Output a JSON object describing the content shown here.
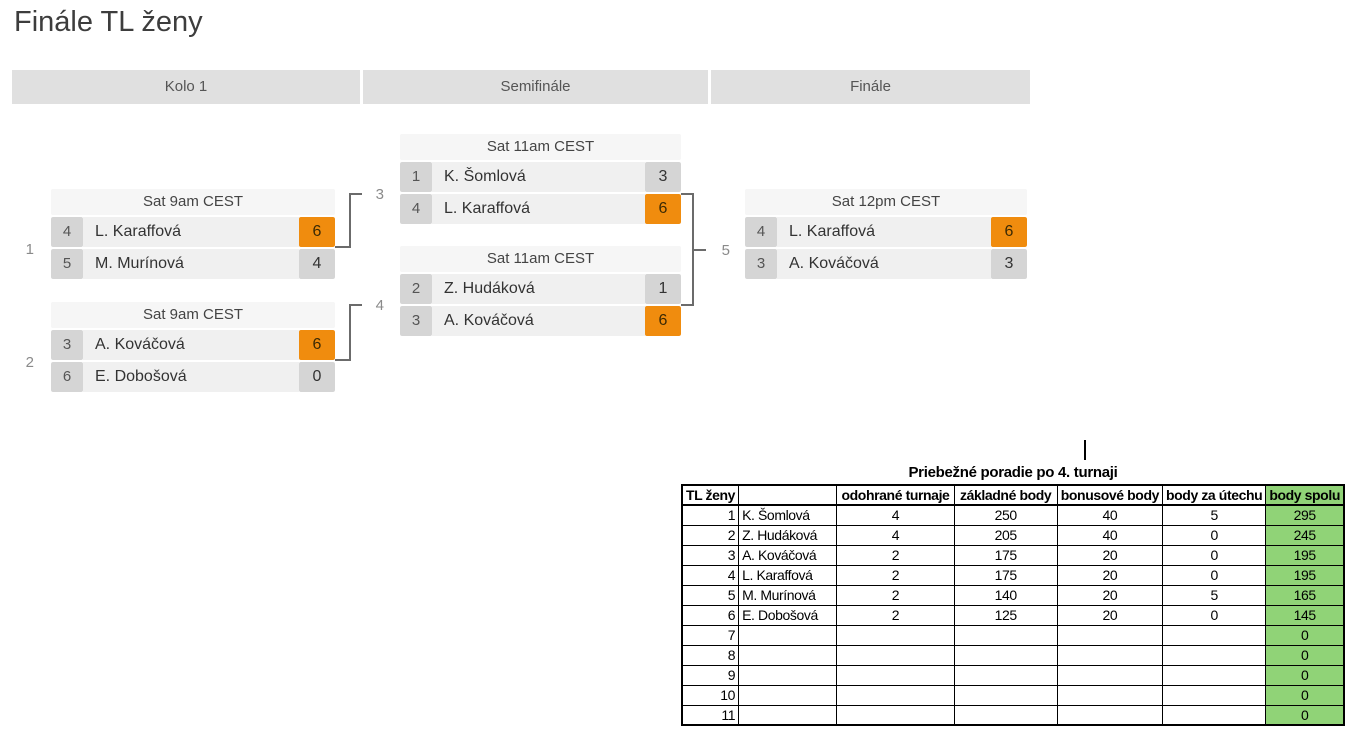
{
  "page": {
    "title": "Finále TL ženy"
  },
  "bracket": {
    "rounds": [
      {
        "label": "Kolo 1"
      },
      {
        "label": "Semifinále"
      },
      {
        "label": "Finále"
      }
    ],
    "colors": {
      "winner_highlight": "#f08c0e",
      "seed_score_cell": "#d5d5d5",
      "player_row": "#f0f0f0",
      "time_header": "#f6f6f6",
      "round_bar": "#e0e0e0",
      "connector": "#6b6b6b"
    },
    "matches": [
      {
        "id": "m1",
        "number": "1",
        "round": "Kolo 1",
        "time": "Sat 9am CEST",
        "players": [
          {
            "seed": "4",
            "name": "L. Karaffová",
            "score": "6",
            "winner": true
          },
          {
            "seed": "5",
            "name": "M. Murínová",
            "score": "4",
            "winner": false
          }
        ]
      },
      {
        "id": "m2",
        "number": "2",
        "round": "Kolo 1",
        "time": "Sat 9am CEST",
        "players": [
          {
            "seed": "3",
            "name": "A. Kováčová",
            "score": "6",
            "winner": true
          },
          {
            "seed": "6",
            "name": "E. Dobošová",
            "score": "0",
            "winner": false
          }
        ]
      },
      {
        "id": "m3",
        "number": "3",
        "round": "Semifinále",
        "time": "Sat 11am CEST",
        "players": [
          {
            "seed": "1",
            "name": "K. Šomlová",
            "score": "3",
            "winner": false
          },
          {
            "seed": "4",
            "name": "L. Karaffová",
            "score": "6",
            "winner": true
          }
        ]
      },
      {
        "id": "m4",
        "number": "4",
        "round": "Semifinále",
        "time": "Sat 11am CEST",
        "players": [
          {
            "seed": "2",
            "name": "Z. Hudáková",
            "score": "1",
            "winner": false
          },
          {
            "seed": "3",
            "name": "A. Kováčová",
            "score": "6",
            "winner": true
          }
        ]
      },
      {
        "id": "m5",
        "number": "5",
        "round": "Finále",
        "time": "Sat 12pm CEST",
        "players": [
          {
            "seed": "4",
            "name": "L. Karaffová",
            "score": "6",
            "winner": true
          },
          {
            "seed": "3",
            "name": "A. Kováčová",
            "score": "3",
            "winner": false
          }
        ]
      }
    ]
  },
  "standings": {
    "title": "Priebežné poradie po 4. turnaji",
    "columns": [
      "TL ženy",
      "",
      "odohrané turnaje",
      "základné body",
      "bonusové body",
      "body za útechu",
      "body spolu"
    ],
    "total_column_color": "#90d377",
    "rows": [
      [
        "1",
        "K. Šomlová",
        "4",
        "250",
        "40",
        "5",
        "295"
      ],
      [
        "2",
        "Z. Hudáková",
        "4",
        "205",
        "40",
        "0",
        "245"
      ],
      [
        "3",
        "A. Kováčová",
        "2",
        "175",
        "20",
        "0",
        "195"
      ],
      [
        "4",
        "L. Karaffová",
        "2",
        "175",
        "20",
        "0",
        "195"
      ],
      [
        "5",
        "M. Murínová",
        "2",
        "140",
        "20",
        "5",
        "165"
      ],
      [
        "6",
        "E. Dobošová",
        "2",
        "125",
        "20",
        "0",
        "145"
      ],
      [
        "7",
        "",
        "",
        "",
        "",
        "",
        "0"
      ],
      [
        "8",
        "",
        "",
        "",
        "",
        "",
        "0"
      ],
      [
        "9",
        "",
        "",
        "",
        "",
        "",
        "0"
      ],
      [
        "10",
        "",
        "",
        "",
        "",
        "",
        "0"
      ],
      [
        "11",
        "",
        "",
        "",
        "",
        "",
        "0"
      ]
    ]
  }
}
